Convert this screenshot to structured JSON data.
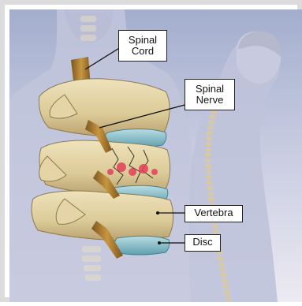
{
  "labels": {
    "spinal_cord": {
      "line1": "Spinal",
      "line2": "Cord"
    },
    "spinal_nerve": {
      "line1": "Spinal",
      "line2": "Nerve"
    },
    "vertebra": "Vertebra",
    "disc": "Disc"
  },
  "colors": {
    "background_top": "#a9b4d2",
    "background_bottom": "#e9e8f1",
    "body_silhouette": "#c4c8de",
    "bone": "#e1d2a5",
    "bone_shadow": "#b9a577",
    "disc": "#93c6cf",
    "spinal_cord": "#a97a2e",
    "lesion": "#e0405a",
    "profile_spine": "#d9c9a7"
  }
}
